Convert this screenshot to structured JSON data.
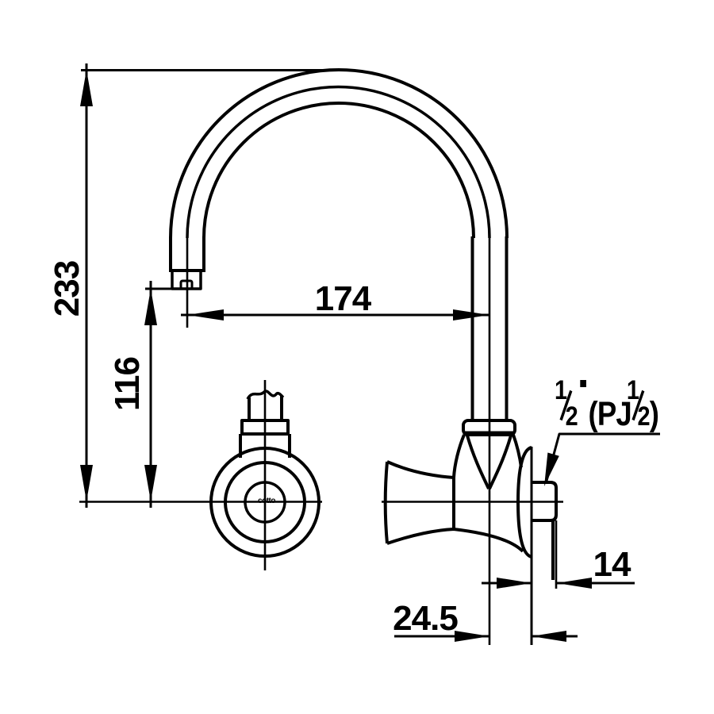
{
  "title": "Wall-mounted gooseneck sink faucet - dimensioned technical drawing",
  "colors": {
    "line": "#000000",
    "background": "#ffffff"
  },
  "dimensions": {
    "overall_height": "233",
    "spout_height": "116",
    "spout_reach": "174",
    "wall_to_center": "24.5",
    "thread_length": "14"
  },
  "thread_spec": {
    "num1": "1",
    "den1": "2",
    "prefix": "(PJ",
    "num2": "1",
    "den2": "2",
    "suffix": ")"
  },
  "logo_text": "cotto"
}
